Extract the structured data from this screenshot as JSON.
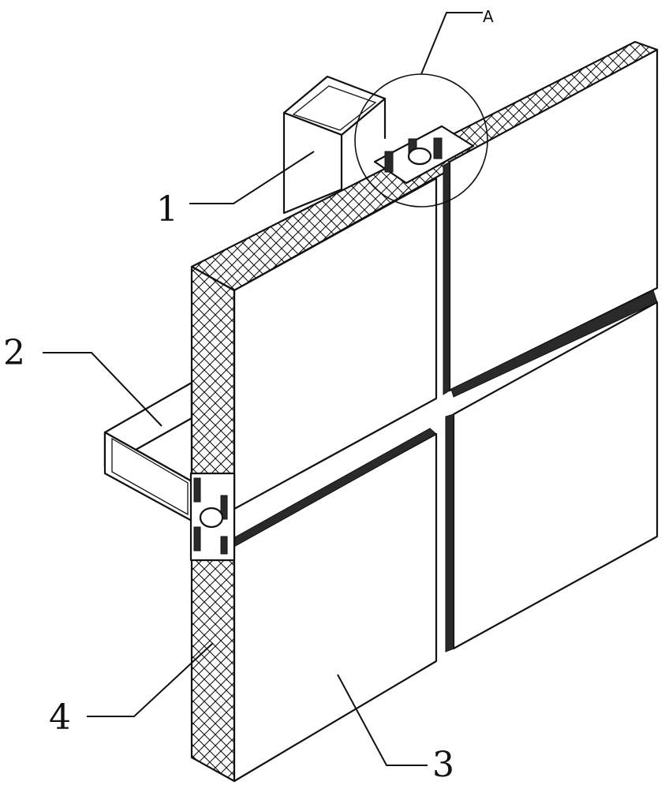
{
  "labels": {
    "detail": "A",
    "frame_tube": "1",
    "crossbar_tube": "2",
    "panel": "3",
    "insulation": "4"
  }
}
